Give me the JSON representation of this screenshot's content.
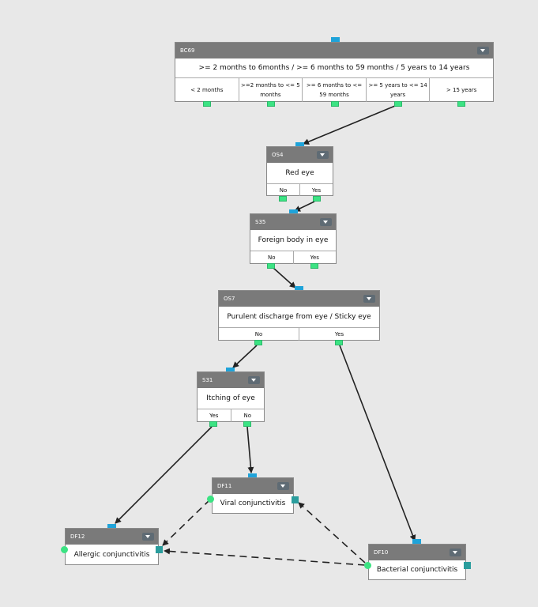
{
  "nodes": {
    "bc69": {
      "id": "BC69",
      "question": ">= 2 months to 6months / >= 6 months to 59 months / 5 years to 14 years",
      "options": [
        "< 2 months",
        ">=2 months to <= 5 months",
        ">= 6 months to <= 59 months",
        ">= 5 years to <= 14 years",
        "> 15 years"
      ]
    },
    "os4": {
      "id": "OS4",
      "question": "Red eye",
      "options": [
        "No",
        "Yes"
      ]
    },
    "s35": {
      "id": "S35",
      "question": "Foreign body in eye",
      "options": [
        "No",
        "Yes"
      ]
    },
    "os7": {
      "id": "OS7",
      "question": "Purulent discharge from eye / Sticky eye",
      "options": [
        "No",
        "Yes"
      ]
    },
    "s31": {
      "id": "S31",
      "question": "Itching of eye",
      "options": [
        "Yes",
        "No"
      ]
    },
    "df11": {
      "id": "DF11",
      "question": "Viral conjunctivitis"
    },
    "df12": {
      "id": "DF12",
      "question": "Allergic conjunctivitis"
    },
    "df10": {
      "id": "DF10",
      "question": "Bacterial conjunctivitis"
    }
  },
  "colors": {
    "header": "#7a7a7a",
    "input_port": "#1fa3d9",
    "output_port": "#3ce383",
    "teal_port": "#2a9d9d",
    "background": "#e8e8e8",
    "edge": "#222222"
  }
}
